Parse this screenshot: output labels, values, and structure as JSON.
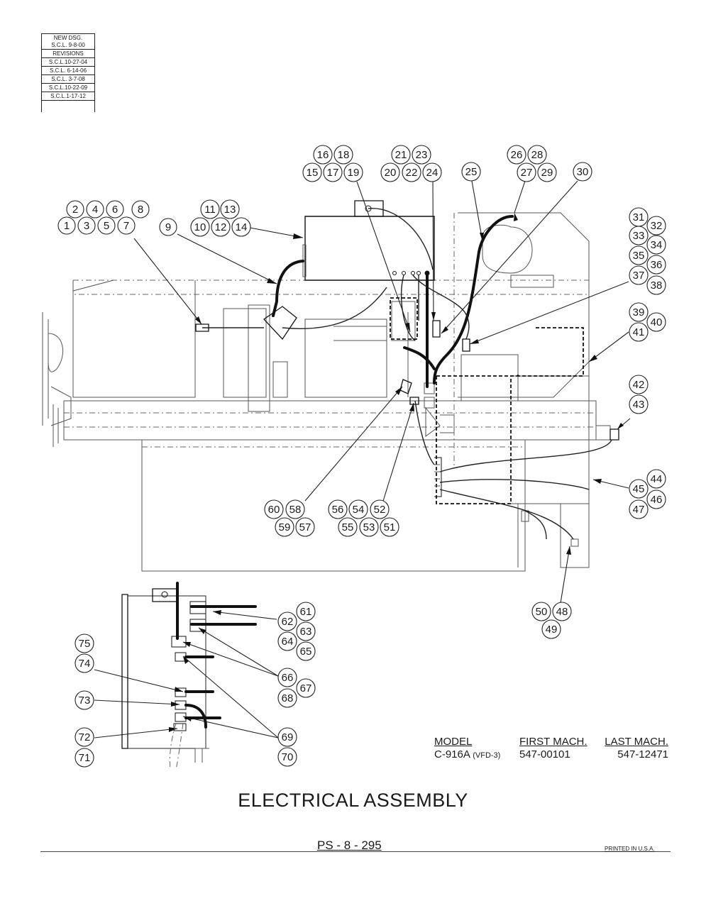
{
  "revision_block": {
    "original": [
      "NEW DSG.",
      "S.C.L. 9-8-00"
    ],
    "heading": "REVISIONS",
    "entries": [
      "S.C.L.10-27-04",
      "S.C.L. 6-14-06",
      "S.C.L. 3-7-08",
      "S.C.L.10-22-09",
      "S.C.L.1-17-12"
    ]
  },
  "callouts": {
    "c1": "1",
    "c2": "2",
    "c3": "3",
    "c4": "4",
    "c5": "5",
    "c6": "6",
    "c7": "7",
    "c8": "8",
    "c9": "9",
    "c10": "10",
    "c11": "11",
    "c12": "12",
    "c13": "13",
    "c14": "14",
    "c15": "15",
    "c16": "16",
    "c17": "17",
    "c18": "18",
    "c19": "19",
    "c20": "20",
    "c21": "21",
    "c22": "22",
    "c23": "23",
    "c24": "24",
    "c25": "25",
    "c26": "26",
    "c27": "27",
    "c28": "28",
    "c29": "29",
    "c30": "30",
    "c31": "31",
    "c32": "32",
    "c33": "33",
    "c34": "34",
    "c35": "35",
    "c36": "36",
    "c37": "37",
    "c38": "38",
    "c39": "39",
    "c40": "40",
    "c41": "41",
    "c42": "42",
    "c43": "43",
    "c44": "44",
    "c45": "45",
    "c46": "46",
    "c47": "47",
    "c48": "48",
    "c49": "49",
    "c50": "50",
    "c51": "51",
    "c52": "52",
    "c53": "53",
    "c54": "54",
    "c55": "55",
    "c56": "56",
    "c57": "57",
    "c58": "58",
    "c59": "59",
    "c60": "60",
    "c61": "61",
    "c62": "62",
    "c63": "63",
    "c64": "64",
    "c65": "65",
    "c66": "66",
    "c67": "67",
    "c68": "68",
    "c69": "69",
    "c70": "70",
    "c71": "71",
    "c72": "72",
    "c73": "73",
    "c74": "74",
    "c75": "75"
  },
  "model_table": {
    "headers": [
      "MODEL",
      "FIRST MACH.",
      "LAST MACH."
    ],
    "model": "C-916A",
    "model_variant": "(VFD-3)",
    "first": "547-00101",
    "last": "547-12471"
  },
  "title": "ELECTRICAL ASSEMBLY",
  "page_number": "PS - 8 - 295",
  "printed": "PRINTED IN U.S.A."
}
